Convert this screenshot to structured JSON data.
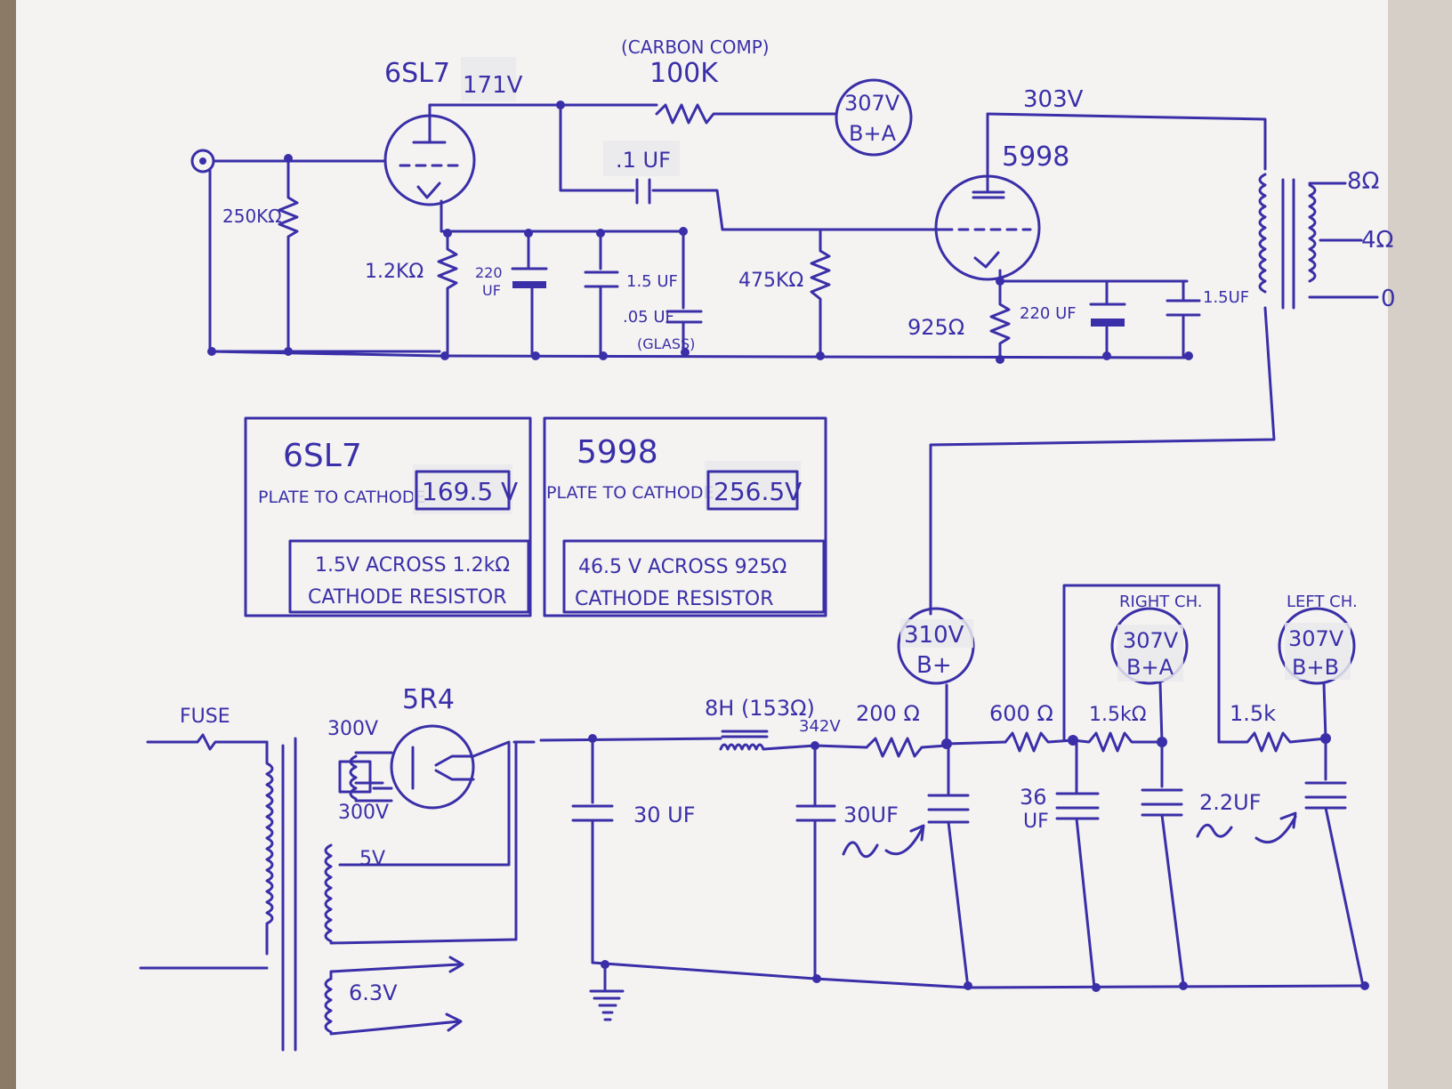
{
  "colors": {
    "ink": "#3a2fa8",
    "paper": "#f4f3f1",
    "counter": "#8a7a66"
  },
  "labels": {
    "tube1": "6SL7",
    "tube1_plate_v": "171V",
    "carbon_note": "(CARBON COMP)",
    "r100k": "100K",
    "bplusa_top": "307V",
    "bplusa_top_sub": "B+A",
    "tube2_plate_v": "303V",
    "tube2": "5998",
    "cap_coupling": ".1 UF",
    "r250k": "250KΩ",
    "r1_2k": "1.2KΩ",
    "cap220_a": "220",
    "cap220_a_unit": "UF",
    "cap1_5_a": "1.5 UF",
    "cap05": ".05 UF",
    "cap05_note": "(GLASS)",
    "r475k": "475KΩ",
    "r925": "925Ω",
    "cap220_b": "220 UF",
    "cap1_5_b": "1.5UF",
    "out8": "8Ω",
    "out4": "4Ω",
    "out0": "0"
  },
  "boxes": {
    "left": {
      "tube": "6SL7",
      "text": "PLATE TO CATHODE",
      "value": "169.5 V",
      "inner_line1": "1.5V ACROSS 1.2kΩ",
      "inner_line2": "CATHODE RESISTOR"
    },
    "right": {
      "tube": "5998",
      "text": "PLATE TO CATHODE",
      "value": "256.5V",
      "inner_line1": "46.5 V ACROSS 925Ω",
      "inner_line2": "CATHODE RESISTOR"
    }
  },
  "psu": {
    "fuse": "FUSE",
    "rect": "5R4",
    "sec300a": "300V",
    "sec300b": "300V",
    "sec5v": "5V",
    "sec63": "6.3V",
    "choke": "8H (153Ω)",
    "v342": "342V",
    "r200": "200 Ω",
    "r600": "600 Ω",
    "r1_5k_a": "1.5kΩ",
    "r1_5k_b": "1.5k",
    "c30a": "30 UF",
    "c30b": "30UF",
    "c36": "36",
    "c36_unit": "UF",
    "c2_2": "2.2UF",
    "bplus_v": "310V",
    "bplus": "B+",
    "right_ch": "RIGHT CH.",
    "bpa_v": "307V",
    "bpa": "B+A",
    "left_ch": "LEFT CH.",
    "bpb_v": "307V",
    "bpb": "B+B"
  }
}
